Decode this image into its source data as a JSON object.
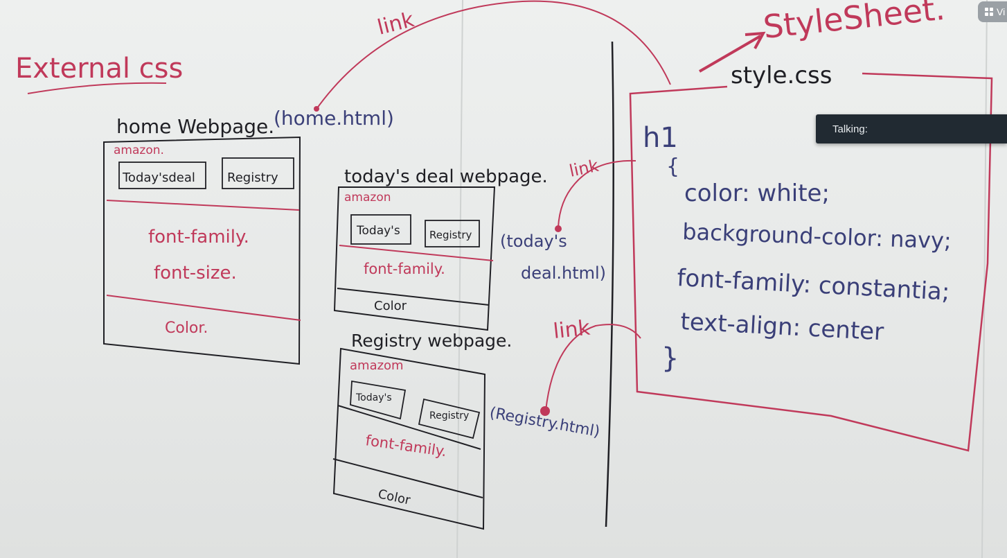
{
  "overlay": {
    "talking_label": "Talking:",
    "view_button_label": "Vi"
  },
  "board": {
    "title": "External css",
    "home": {
      "heading": "home Webpage.",
      "file": "(home.html)",
      "brand": "amazon.",
      "btn1": "Today'sdeal",
      "btn2": "Registry",
      "line1": "font-family.",
      "line2": "font-size.",
      "line3": "Color."
    },
    "deal": {
      "heading": "today's deal webpage.",
      "file1": "(today's",
      "file2": "deal.html)",
      "brand": "amazon",
      "btn1": "Today's",
      "btn2": "Registry",
      "line1": "font-family.",
      "line2": "Color"
    },
    "registry": {
      "heading": "Registry webpage.",
      "file": "(Registry.html)",
      "brand": "amazom",
      "btn1": "Today's",
      "btn2": "Registry",
      "line1": "font-family.",
      "line2": "Color"
    },
    "links": {
      "top": "link",
      "middle": "link",
      "bottom": "link"
    },
    "stylesheet": {
      "label": "StyleSheet.",
      "file": "style.css",
      "selector": "h1",
      "open_brace": "{",
      "rule1": "color: white;",
      "rule2": "background-color: navy;",
      "rule3": "font-family: constantia;",
      "rule4": "text-align: center",
      "close_brace": "}"
    }
  },
  "colors": {
    "black_ink": "#1f1f24",
    "red_ink": "#c0395a",
    "blue_ink": "#3a3f78",
    "panel_bg": "#212a32"
  }
}
